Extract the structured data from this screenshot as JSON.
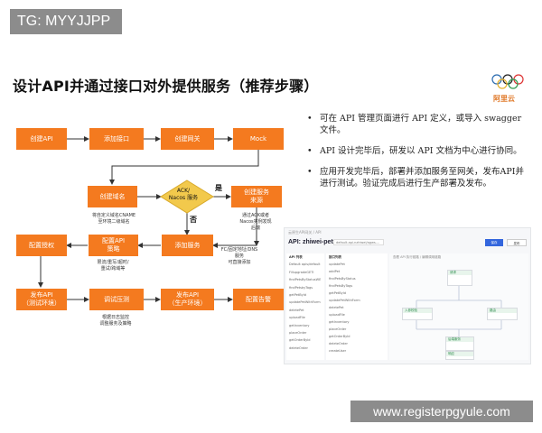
{
  "watermark_top": "TG: MYYJJPP",
  "watermark_bottom": "www.registerpgyule.com",
  "slide": {
    "title": "设计API并通过接口对外提供服务（推荐步骤）",
    "logo_text": "阿里云",
    "flow": {
      "create_api": "创建API",
      "add_interface": "添加接口",
      "create_gateway": "创建网关",
      "mock": "Mock",
      "create_domain": "创建域名",
      "decision": "ACK/\nNacos 服务",
      "decision_yes": "是",
      "decision_no": "否",
      "create_service_source": "创建服务\n来源",
      "configure_auth": "配置授权",
      "configure_api_policy": "配置API\n策略",
      "add_service": "添加服务",
      "publish_test": "发布API\n（测试环境）",
      "debug_stress": "调试压测",
      "publish_prod": "发布API\n（生产环境）",
      "configure_alert": "配置告警",
      "note_domain": "将自定义域名CNAME\n至环境二级域名",
      "note_source": "通过ACK或者\nNacos实例发现\n后端",
      "note_policy": "限流/重写/超时/\n重试/跨域等",
      "note_service": "FC/固定地址/DNS\n服务\n可直接添加",
      "note_debug": "根据日志监控\n调整服务及策略"
    },
    "bullets": [
      "可在 API 管理页面进行 API 定义，或导入 swagger 文件。",
      "API 设计完毕后，研发以 API 文档为中心进行协同。",
      "应用开发完毕后，部署并添加服务至网关，发布API并进行测试。验证完成后进行生产部署及发布。"
    ],
    "screenshot": {
      "breadcrumb": "云原生API网关 / API",
      "api_name": "API: zhiwei-petstore",
      "version_select": "default-api-nzhiwei/agws-...",
      "btn_save": "保存",
      "btn_publish": "发布",
      "left_header": "API 列表",
      "left_items": [
        "Default apis/default",
        "FillupgradeGETI",
        "findPetsByStatusWE",
        "findPetsbyTags",
        "getPetById",
        "updatePetWithForm",
        "deletePet",
        "uploadFile",
        "getInventory",
        "placeOrder",
        "getOrderById",
        "deleteOrder"
      ],
      "mid_header": "接口列表",
      "mid_items": [
        "updatePet",
        "addPet",
        "findPetsByStatus",
        "findPetsByTags",
        "getPetById",
        "updatePetWithForm",
        "deletePet",
        "uploadFile",
        "getInventory",
        "placeOrder",
        "getOrderById",
        "deleteOrder",
        "createUser"
      ],
      "canvas_tip": "查看 API 执行链路 / 编辑调用链路",
      "nodes": [
        "请求",
        "入参校验",
        "路由",
        "后端服务",
        "响应"
      ]
    }
  }
}
